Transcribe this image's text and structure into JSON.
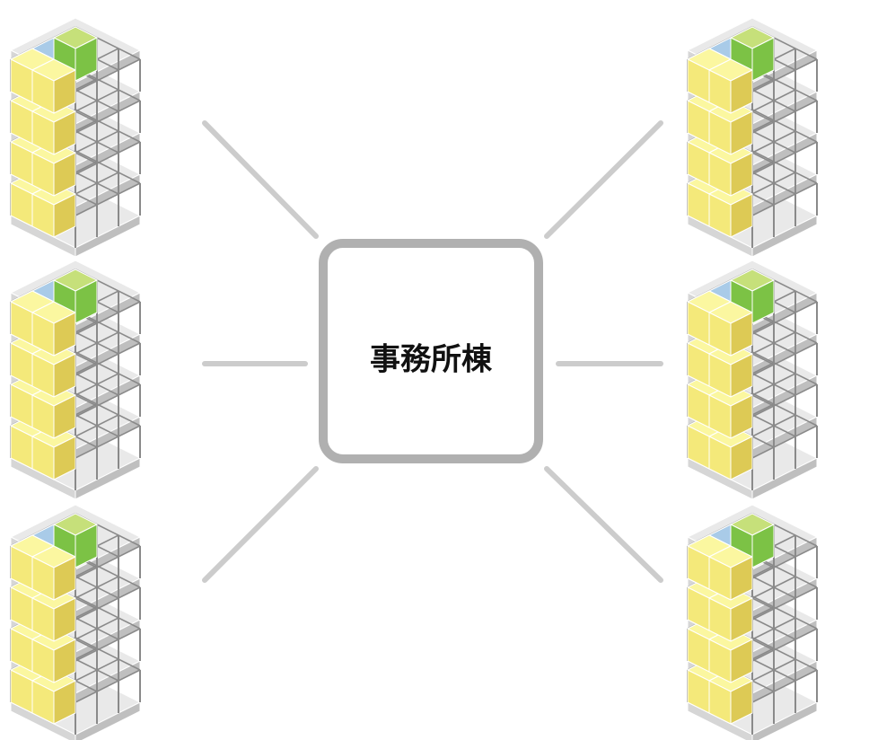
{
  "hub": {
    "label": "事務所棟"
  },
  "connectors_count": 6,
  "buildings": [
    {
      "id": "top-left"
    },
    {
      "id": "middle-left"
    },
    {
      "id": "bottom-left"
    },
    {
      "id": "top-right"
    },
    {
      "id": "middle-right"
    },
    {
      "id": "bottom-right"
    }
  ],
  "colors": {
    "hub_border": "#b0b0b0",
    "connector": "#cccccc",
    "yellow_top": "#fbf7a0",
    "yellow_front": "#f4e97a",
    "yellow_side": "#ddca55",
    "blue_top": "#a9cbe8",
    "blue_side": "#7ea8d4",
    "green_top": "#c6e07a",
    "green_side": "#7cc245",
    "slab_top": "#e9e9e9",
    "slab_front": "#d6d6d6",
    "slab_side": "#bfbfbf",
    "frame": "#8a8a8a"
  }
}
